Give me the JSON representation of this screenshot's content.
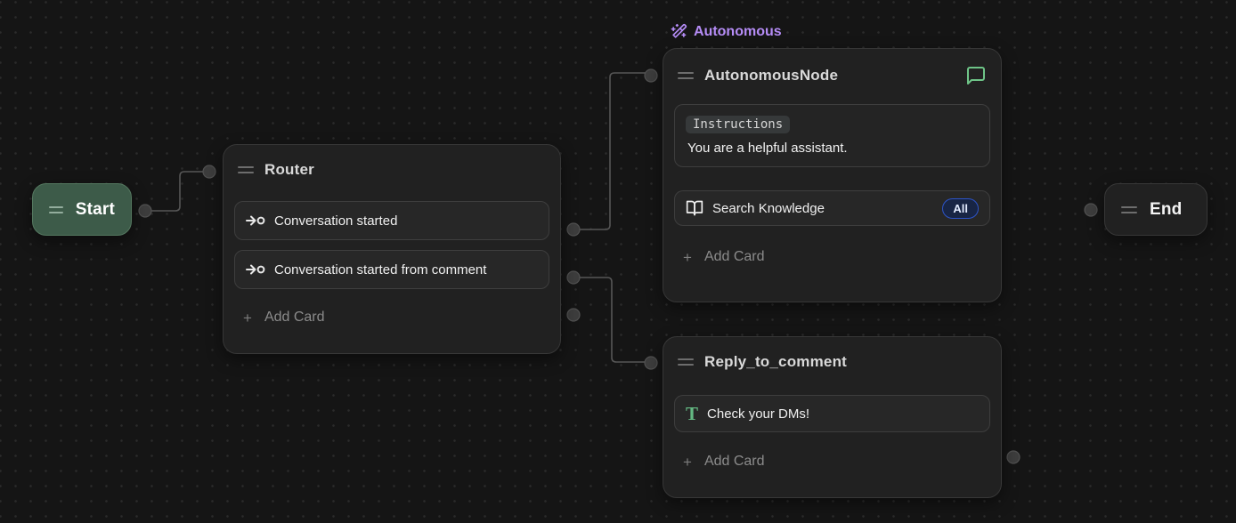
{
  "canvas": {
    "colors": {
      "background": "#151515",
      "grid_dot": "#2b2b2b",
      "wire": "#565656",
      "node_background": "#212121",
      "node_border": "#373737",
      "start_green": "#3d5b49",
      "accent_purple": "#b58cf6",
      "accent_green": "#6ec487",
      "badge_blue_border": "#2d54c8",
      "badge_blue_background": "#182544"
    }
  },
  "nodes": {
    "start": {
      "title": "Start"
    },
    "router": {
      "title": "Router",
      "cards": [
        {
          "icon": "entry-point-icon",
          "label": "Conversation started"
        },
        {
          "icon": "entry-point-icon",
          "label": "Conversation started from comment"
        }
      ],
      "add_card_label": "Add Card"
    },
    "autonomous": {
      "badge_label": "Autonomous",
      "badge_icon": "wand-sparkles-icon",
      "title": "AutonomousNode",
      "header_icon": "chat-bubble-icon",
      "instructions_label": "Instructions",
      "instructions_text": "You are a helpful assistant.",
      "search_card": {
        "icon": "open-book-icon",
        "label": "Search Knowledge",
        "badge": "All"
      },
      "add_card_label": "Add Card"
    },
    "reply": {
      "title": "Reply_to_comment",
      "card": {
        "icon": "text-icon",
        "label": "Check your DMs!"
      },
      "add_card_label": "Add Card"
    },
    "end": {
      "title": "End"
    }
  }
}
